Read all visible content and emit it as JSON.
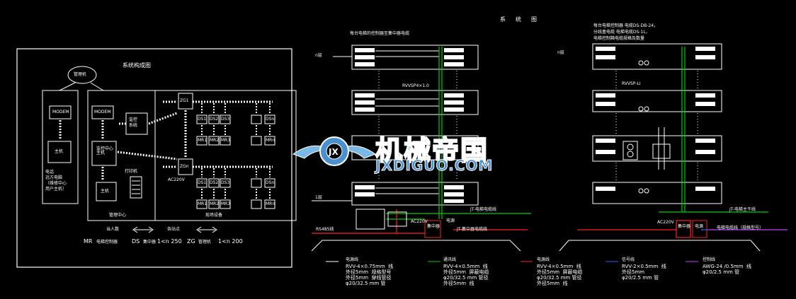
{
  "left_panel": {
    "title": "系统构成图",
    "mainframe": "管理机",
    "modem1": "MODEM",
    "modem2": "MODEM",
    "pc1": "主机",
    "pc2": "监控中心\n主机",
    "remote_label": "电话\n远方电脑\n（维修中心\n用户主机）",
    "monitor_box": "监控\n系统",
    "printer_label": "打印机",
    "host_label": "主机",
    "center_label": "管理中心",
    "field_label": "现场设备",
    "zg1": "ZG1",
    "zg2": "ZGn",
    "ac_label": "AC220V",
    "ds_row1": [
      "DS1",
      "DS2",
      "DS3",
      "DSn"
    ],
    "mr_row1": [
      "MR1",
      "MR2",
      "MR3",
      "MRn"
    ],
    "ds_row2": [
      "DS1",
      "DS2",
      "DS3",
      "DSn"
    ],
    "mr_row2": [
      "MR1",
      "MR2",
      "MR3",
      "MRn"
    ],
    "legend_a": "当人数",
    "legend_b": "各站点",
    "bottom_mr": "MR",
    "bottom_mr_desc": "电梯控制器",
    "bottom_ds": "DS",
    "bottom_ds_desc": "集中器",
    "bottom_ds_val": "1<n 250",
    "bottom_zg": "ZG",
    "bottom_zg_desc": "管理机",
    "bottom_zg_val": "1<n 200"
  },
  "middle": {
    "title": "系统图",
    "note": "每台电梯的控制器至集中器电缆",
    "floor_n": "n层",
    "floor_1": "1层",
    "cable_label": "RVVSP4×1.0",
    "busline": "RS485线",
    "jt_label": "JT-集中器电缆线",
    "ac": "AC220V",
    "controller": "集中器",
    "power_label": "电源",
    "cable2": "JT-电梯电缆线"
  },
  "right": {
    "note1": "每台电梯控制器 电缆DS-DB-24，",
    "note2": "分线盒电缆 电梯电缆DS-1L，",
    "note3": "电梯控制箱电缆规格及数量",
    "floor_n": "n层",
    "cable_label": "RVVSP-LI",
    "ac": "AC220V",
    "controller": "集中器",
    "power": "电源",
    "line1": "JT-电梯主干线",
    "line2": "电梯电缆线（规格型号）"
  },
  "legend": [
    {
      "color": "#ffffff",
      "title": "电源线",
      "text": "RVV-4×0.75mm  线\n外径5mm  规格型号\n外径5mm  穿线管径\nφ20/32.5 mm 管"
    },
    {
      "color": "#00cc00",
      "title": "通讯线",
      "text": "RVV-4×0.5mm  线\n外径5mm  屏蔽电缆\nφ20/32.5 mm 管径\n外径5mm  线"
    },
    {
      "color": "#ff2020",
      "title": "电源线",
      "text": "RVV-4×0.5mm  线\n外径5mm  屏蔽电缆\nφ20/32.5 mm 管径\n外径5mm  线"
    },
    {
      "color": "#3060ff",
      "title": "信号线",
      "text": "RVV-2×0.5mm  线\n外径5mm\nφ20/2.5 mm 管"
    },
    {
      "color": "#c040ff",
      "title": "控制线",
      "text": "AWG-24 /0.5mm  线\nφ20/2.5 mm 管"
    }
  ],
  "watermark": {
    "cn": "机械帝国",
    "en": "JXDIGUO.COM"
  }
}
